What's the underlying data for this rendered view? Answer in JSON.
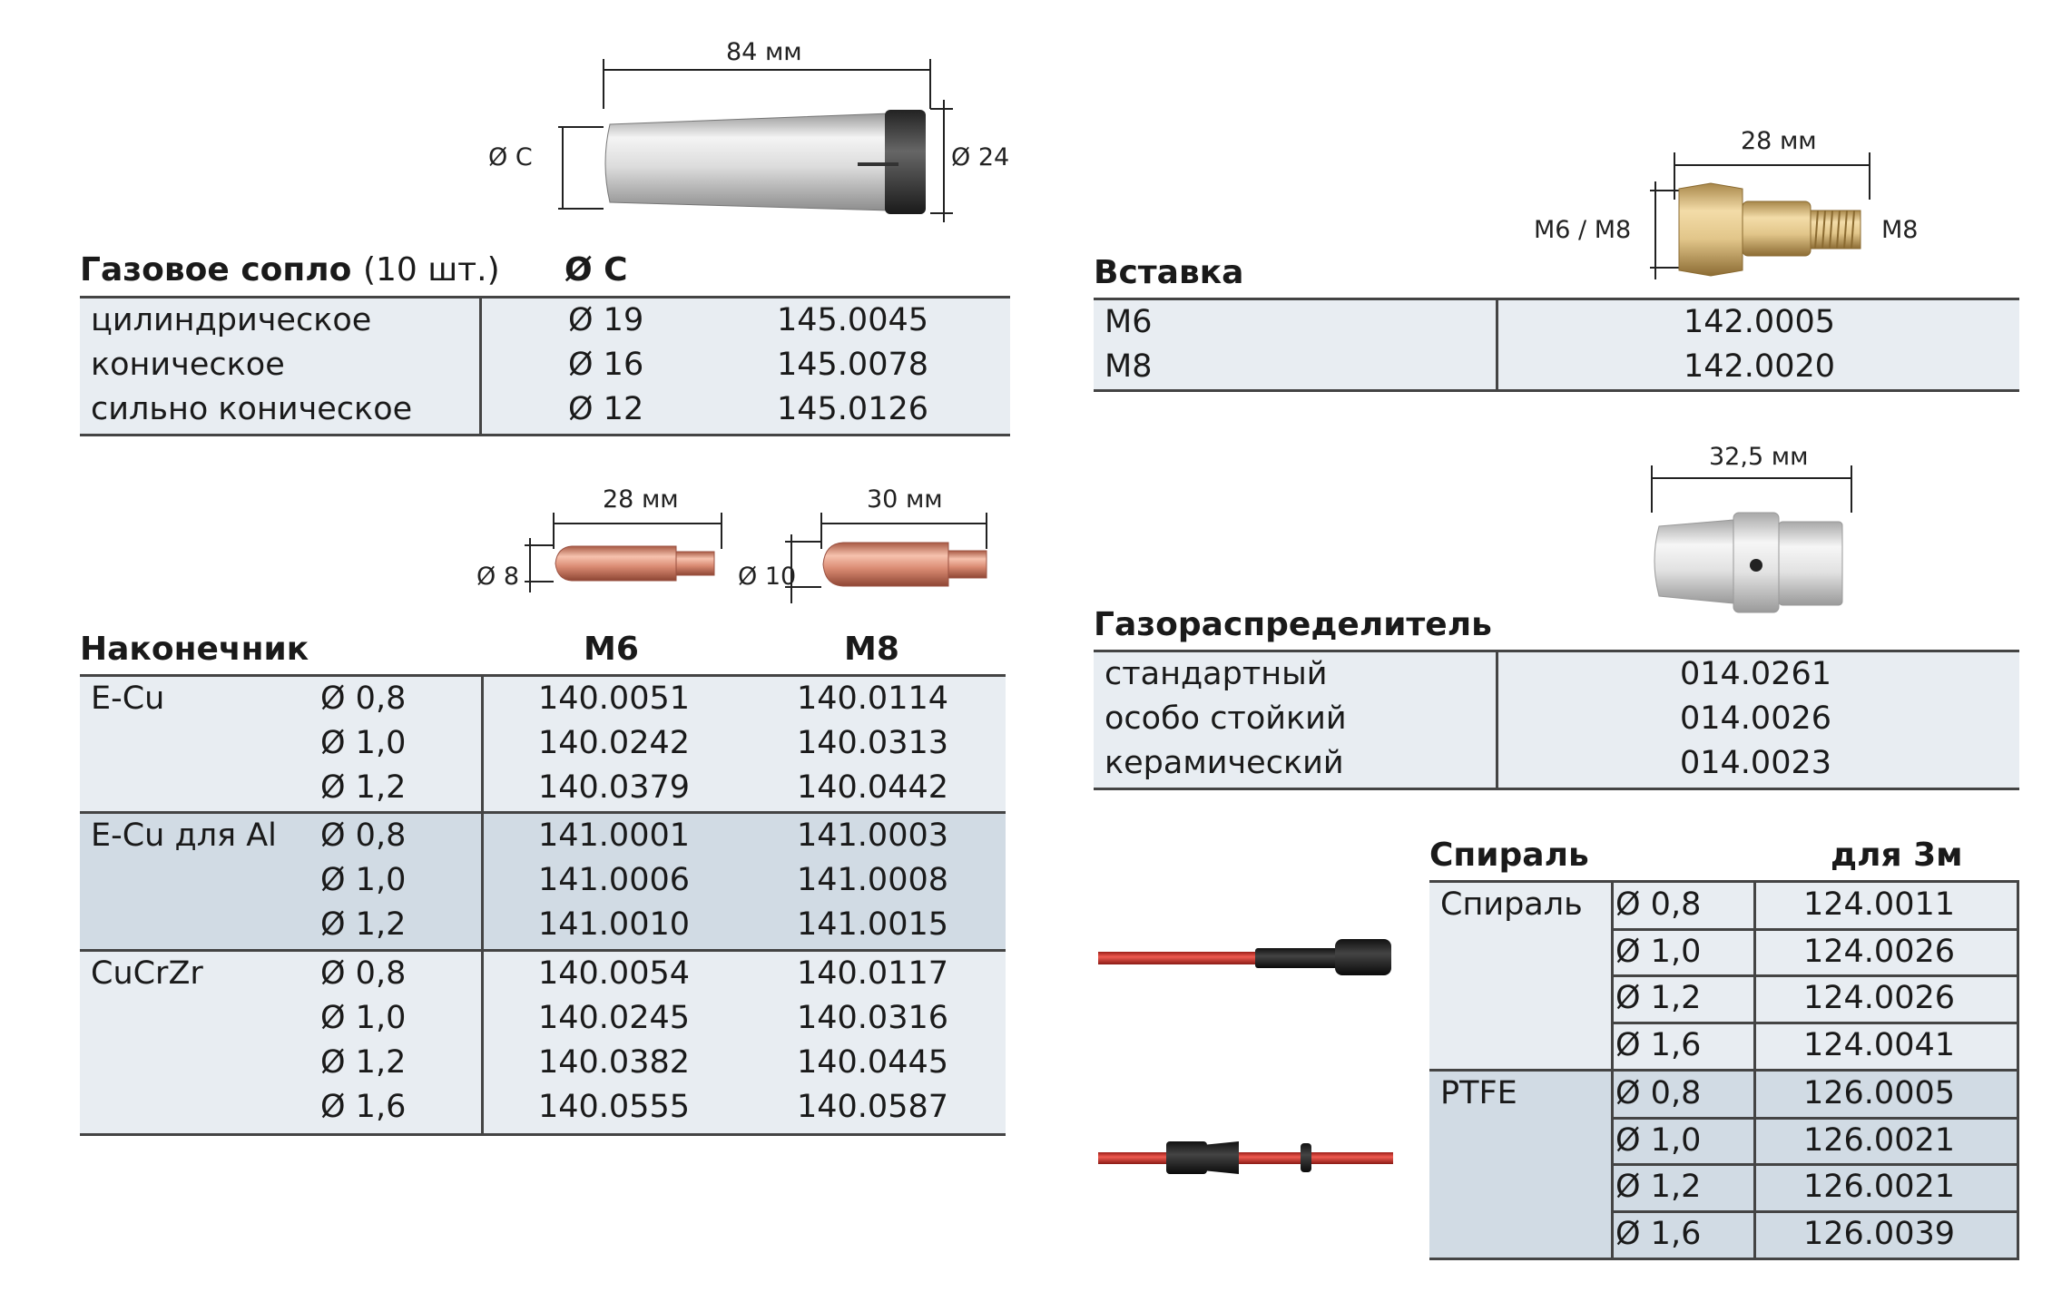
{
  "nozzle": {
    "dims": {
      "length": "84 мм",
      "inner_diameter": "Ø C",
      "outer_diameter": "Ø 24"
    },
    "title_bold": "Газовое сопло",
    "title_note": "(10 шт.)",
    "col_header": "Ø C",
    "rows": [
      {
        "type": "цилиндрическое",
        "diameter": "Ø 19",
        "code": "145.0045"
      },
      {
        "type": "коническое",
        "diameter": "Ø 16",
        "code": "145.0078"
      },
      {
        "type": "сильно коническое",
        "diameter": "Ø 12",
        "code": "145.0126"
      }
    ]
  },
  "insert": {
    "dims": {
      "length": "28 мм",
      "left_thread": "M6 / M8",
      "right_thread": "M8"
    },
    "title": "Вставка",
    "rows": [
      {
        "label": "M6",
        "code": "142.0005"
      },
      {
        "label": "M8",
        "code": "142.0020"
      }
    ]
  },
  "tip": {
    "dims": {
      "m6_length": "28 мм",
      "m6_diameter": "Ø 8",
      "m8_length": "30 мм",
      "m8_diameter": "Ø 10"
    },
    "title": "Наконечник",
    "col_m6": "M6",
    "col_m8": "M8",
    "groups": [
      {
        "material": "E-Cu",
        "rows": [
          {
            "d": "Ø 0,8",
            "m6": "140.0051",
            "m8": "140.0114"
          },
          {
            "d": "Ø 1,0",
            "m6": "140.0242",
            "m8": "140.0313"
          },
          {
            "d": "Ø 1,2",
            "m6": "140.0379",
            "m8": "140.0442"
          }
        ]
      },
      {
        "material": "E-Cu для Al",
        "rows": [
          {
            "d": "Ø 0,8",
            "m6": "141.0001",
            "m8": "141.0003"
          },
          {
            "d": "Ø 1,0",
            "m6": "141.0006",
            "m8": "141.0008"
          },
          {
            "d": "Ø 1,2",
            "m6": "141.0010",
            "m8": "141.0015"
          }
        ]
      },
      {
        "material": "CuCrZr",
        "rows": [
          {
            "d": "Ø 0,8",
            "m6": "140.0054",
            "m8": "140.0117"
          },
          {
            "d": "Ø 1,0",
            "m6": "140.0245",
            "m8": "140.0316"
          },
          {
            "d": "Ø 1,2",
            "m6": "140.0382",
            "m8": "140.0445"
          },
          {
            "d": "Ø 1,6",
            "m6": "140.0555",
            "m8": "140.0587"
          }
        ]
      }
    ]
  },
  "diffuser": {
    "dims": {
      "length": "32,5 мм"
    },
    "title": "Газораспределитель",
    "rows": [
      {
        "type": "стандартный",
        "code": "014.0261"
      },
      {
        "type": "особо стойкий",
        "code": "014.0026"
      },
      {
        "type": "керамический",
        "code": "014.0023"
      }
    ]
  },
  "liner": {
    "title": "Спираль",
    "col_header": "для 3м",
    "groups": [
      {
        "material": "Спираль",
        "rows": [
          {
            "d": "Ø 0,8",
            "code": "124.0011"
          },
          {
            "d": "Ø 1,0",
            "code": "124.0026"
          },
          {
            "d": "Ø 1,2",
            "code": "124.0026"
          },
          {
            "d": "Ø 1,6",
            "code": "124.0041"
          }
        ]
      },
      {
        "material": "PTFE",
        "rows": [
          {
            "d": "Ø 0,8",
            "code": "126.0005"
          },
          {
            "d": "Ø 1,0",
            "code": "126.0021"
          },
          {
            "d": "Ø 1,2",
            "code": "126.0021"
          },
          {
            "d": "Ø 1,6",
            "code": "126.0039"
          }
        ]
      }
    ]
  },
  "colors": {
    "table_light": "#e8edf2",
    "table_mid": "#d1dbe4",
    "copper": "#d98a72",
    "brass": "#e2c68a",
    "liner_red": "#d63a32"
  }
}
